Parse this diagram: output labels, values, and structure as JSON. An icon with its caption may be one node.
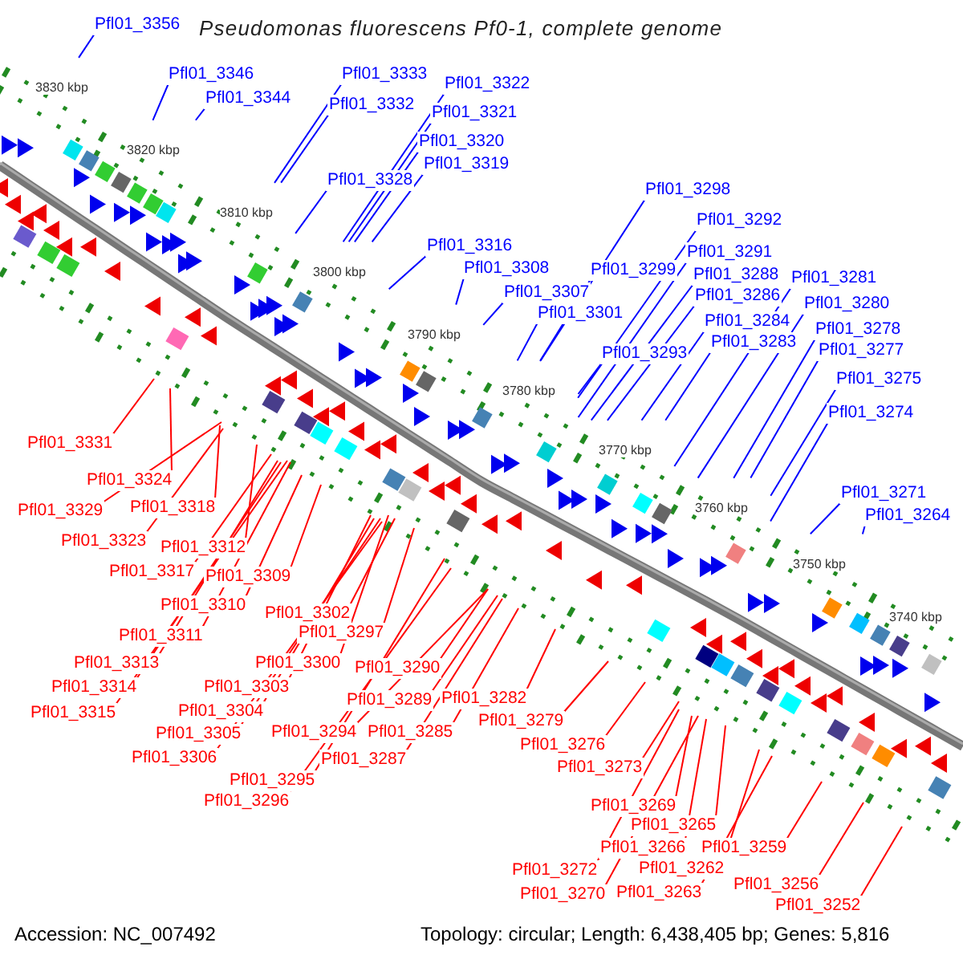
{
  "diagram": {
    "title": "Pseudomonas fluorescens Pf0-1, complete genome",
    "nodes": [
      {
        "text": [
          "Pfl01_3356"
        ]
      },
      {
        "text": [
          "Pfl01_3346"
        ]
      },
      {
        "text": [
          "Pfl01_3344"
        ]
      },
      {
        "text": [
          "Pfl01_3333"
        ]
      },
      {
        "text": [
          "Pfl01_3332"
        ]
      },
      {
        "text": [
          "Pfl01_3322"
        ]
      },
      {
        "text": [
          "Pfl01_3321"
        ]
      },
      {
        "text": [
          "Pfl01_3320"
        ]
      },
      {
        "text": [
          "Pfl01_3319"
        ]
      },
      {
        "text": [
          "Pfl01_3328"
        ]
      },
      {
        "text": [
          "Pfl01_3316"
        ]
      },
      {
        "text": [
          "Pfl01_3308"
        ]
      },
      {
        "text": [
          "Pfl01_3307"
        ]
      },
      {
        "text": [
          "Pfl01_3301"
        ]
      },
      {
        "text": [
          "Pfl01_3298"
        ]
      },
      {
        "text": [
          "Pfl01_3299"
        ]
      },
      {
        "text": [
          "Pfl01_3292"
        ]
      },
      {
        "text": [
          "Pfl01_3291"
        ]
      },
      {
        "text": [
          "Pfl01_3288"
        ]
      },
      {
        "text": [
          "Pfl01_3286"
        ]
      },
      {
        "text": [
          "Pfl01_3293"
        ]
      },
      {
        "text": [
          "Pfl01_3284"
        ]
      },
      {
        "text": [
          "Pfl01_3283"
        ]
      },
      {
        "text": [
          "Pfl01_3281"
        ]
      },
      {
        "text": [
          "Pfl01_3280"
        ]
      },
      {
        "text": [
          "Pfl01_3278"
        ]
      },
      {
        "text": [
          "Pfl01_3277"
        ]
      },
      {
        "text": [
          "Pfl01_3275"
        ]
      },
      {
        "text": [
          "Pfl01_3274"
        ]
      },
      {
        "text": [
          "Pfl01_3271"
        ]
      },
      {
        "text": [
          "Pfl01_3264"
        ]
      },
      {
        "text": [
          "Pfl01_3331"
        ]
      },
      {
        "text": [
          "Pfl01_3324"
        ]
      },
      {
        "text": [
          "Pfl01_3329"
        ]
      },
      {
        "text": [
          "Pfl01_3318"
        ]
      },
      {
        "text": [
          "Pfl01_3323"
        ]
      },
      {
        "text": [
          "Pfl01_3312"
        ]
      },
      {
        "text": [
          "Pfl01_3317"
        ]
      },
      {
        "text": [
          "Pfl01_3309"
        ]
      },
      {
        "text": [
          "Pfl01_3310"
        ]
      },
      {
        "text": [
          "Pfl01_3311"
        ]
      },
      {
        "text": [
          "Pfl01_3302"
        ]
      },
      {
        "text": [
          "Pfl01_3297"
        ]
      },
      {
        "text": [
          "Pfl01_3313"
        ]
      },
      {
        "text": [
          "Pfl01_3300"
        ]
      },
      {
        "text": [
          "Pfl01_3290"
        ]
      },
      {
        "text": [
          "Pfl01_3314"
        ]
      },
      {
        "text": [
          "Pfl01_3303"
        ]
      },
      {
        "text": [
          "Pfl01_3289"
        ]
      },
      {
        "text": [
          "Pfl01_3282"
        ]
      },
      {
        "text": [
          "Pfl01_3315"
        ]
      },
      {
        "text": [
          "Pfl01_3304"
        ]
      },
      {
        "text": [
          "Pfl01_3279"
        ]
      },
      {
        "text": [
          "Pfl01_3305"
        ]
      },
      {
        "text": [
          "Pfl01_3294"
        ]
      },
      {
        "text": [
          "Pfl01_3285"
        ]
      },
      {
        "text": [
          "Pfl01_3276"
        ]
      },
      {
        "text": [
          "Pfl01_3306"
        ]
      },
      {
        "text": [
          "Pfl01_3287"
        ]
      },
      {
        "text": [
          "Pfl01_3273"
        ]
      },
      {
        "text": [
          "Pfl01_3295"
        ]
      },
      {
        "text": [
          "Pfl01_3296"
        ]
      },
      {
        "text": [
          "Pfl01_3269"
        ]
      },
      {
        "text": [
          "Pfl01_3265"
        ]
      },
      {
        "text": [
          "Pfl01_3266"
        ]
      },
      {
        "text": [
          "Pfl01_3259"
        ]
      },
      {
        "text": [
          "Pfl01_3262"
        ]
      },
      {
        "text": [
          "Pfl01_3272"
        ]
      },
      {
        "text": [
          "Pfl01_3256"
        ]
      },
      {
        "text": [
          "Pfl01_3270"
        ]
      },
      {
        "text": [
          "Pfl01_3263"
        ]
      },
      {
        "text": [
          "Pfl01_3252"
        ]
      }
    ],
    "edges": [
      {
        "from": 0,
        "to": null,
        "arrow": "none",
        "color": "#0000ff"
      },
      {
        "from": 1,
        "to": null,
        "arrow": "none",
        "color": "#0000ff"
      },
      {
        "from": 2,
        "to": null,
        "arrow": "none",
        "color": "#0000ff"
      },
      {
        "from": 3,
        "to": null,
        "arrow": "none",
        "color": "#0000ff"
      },
      {
        "from": 4,
        "to": null,
        "arrow": "none",
        "color": "#0000ff"
      },
      {
        "from": 5,
        "to": null,
        "arrow": "none",
        "color": "#0000ff"
      },
      {
        "from": 6,
        "to": null,
        "arrow": "none",
        "color": "#0000ff"
      },
      {
        "from": 7,
        "to": null,
        "arrow": "none",
        "color": "#0000ff"
      },
      {
        "from": 8,
        "to": null,
        "arrow": "none",
        "color": "#0000ff"
      },
      {
        "from": 9,
        "to": null,
        "arrow": "none",
        "color": "#0000ff"
      },
      {
        "from": 10,
        "to": null,
        "arrow": "none",
        "color": "#0000ff"
      },
      {
        "from": 11,
        "to": null,
        "arrow": "none",
        "color": "#0000ff"
      },
      {
        "from": 12,
        "to": null,
        "arrow": "none",
        "color": "#0000ff"
      },
      {
        "from": 13,
        "to": null,
        "arrow": "none",
        "color": "#0000ff"
      },
      {
        "from": 14,
        "to": null,
        "arrow": "none",
        "color": "#0000ff"
      },
      {
        "from": 15,
        "to": null,
        "arrow": "none",
        "color": "#0000ff"
      },
      {
        "from": 16,
        "to": null,
        "arrow": "none",
        "color": "#0000ff"
      },
      {
        "from": 17,
        "to": null,
        "arrow": "none",
        "color": "#0000ff"
      },
      {
        "from": 18,
        "to": null,
        "arrow": "none",
        "color": "#0000ff"
      },
      {
        "from": 19,
        "to": null,
        "arrow": "none",
        "color": "#0000ff"
      },
      {
        "from": 20,
        "to": null,
        "arrow": "none",
        "color": "#0000ff"
      },
      {
        "from": 21,
        "to": null,
        "arrow": "none",
        "color": "#0000ff"
      },
      {
        "from": 22,
        "to": null,
        "arrow": "none",
        "color": "#0000ff"
      },
      {
        "from": 23,
        "to": null,
        "arrow": "none",
        "color": "#0000ff"
      },
      {
        "from": 24,
        "to": null,
        "arrow": "none",
        "color": "#0000ff"
      },
      {
        "from": 25,
        "to": null,
        "arrow": "none",
        "color": "#0000ff"
      },
      {
        "from": 26,
        "to": null,
        "arrow": "none",
        "color": "#0000ff"
      },
      {
        "from": 27,
        "to": null,
        "arrow": "none",
        "color": "#0000ff"
      },
      {
        "from": 28,
        "to": null,
        "arrow": "none",
        "color": "#0000ff"
      },
      {
        "from": 29,
        "to": null,
        "arrow": "none",
        "color": "#0000ff"
      },
      {
        "from": 30,
        "to": null,
        "arrow": "none",
        "color": "#0000ff"
      },
      {
        "from": 31,
        "to": null,
        "arrow": "none"
      },
      {
        "from": 32,
        "to": null,
        "arrow": "none"
      },
      {
        "from": 33,
        "to": null,
        "arrow": "none"
      },
      {
        "from": 34,
        "to": null,
        "arrow": "none"
      },
      {
        "from": 35,
        "to": null,
        "arrow": "none"
      },
      {
        "from": 36,
        "to": null,
        "arrow": "none"
      },
      {
        "from": 37,
        "to": null,
        "arrow": "none"
      },
      {
        "from": 38,
        "to": null,
        "arrow": "none"
      },
      {
        "from": 39,
        "to": null,
        "arrow": "none"
      },
      {
        "from": 40,
        "to": null,
        "arrow": "none"
      },
      {
        "from": 41,
        "to": null,
        "arrow": "none"
      },
      {
        "from": 42,
        "to": null,
        "arrow": "none"
      },
      {
        "from": 43,
        "to": null,
        "arrow": "none"
      },
      {
        "from": 44,
        "to": null,
        "arrow": "none"
      },
      {
        "from": 45,
        "to": null,
        "arrow": "none"
      },
      {
        "from": 46,
        "to": null,
        "arrow": "none"
      },
      {
        "from": 47,
        "to": null,
        "arrow": "none"
      },
      {
        "from": 48,
        "to": null,
        "arrow": "none"
      },
      {
        "from": 49,
        "to": null,
        "arrow": "none"
      },
      {
        "from": 50,
        "to": null,
        "arrow": "none"
      },
      {
        "from": 51,
        "to": null,
        "arrow": "none"
      },
      {
        "from": 52,
        "to": null,
        "arrow": "none"
      },
      {
        "from": 53,
        "to": null,
        "arrow": "none"
      },
      {
        "from": 54,
        "to": null,
        "arrow": "none"
      },
      {
        "from": 55,
        "to": null,
        "arrow": "none"
      },
      {
        "from": 56,
        "to": null,
        "arrow": "none"
      },
      {
        "from": 57,
        "to": null,
        "arrow": "none"
      },
      {
        "from": 58,
        "to": null,
        "arrow": "none"
      },
      {
        "from": 59,
        "to": null,
        "arrow": "none"
      },
      {
        "from": 60,
        "to": null,
        "arrow": "none"
      },
      {
        "from": 61,
        "to": null,
        "arrow": "none"
      },
      {
        "from": 62,
        "to": null,
        "arrow": "none"
      },
      {
        "from": 63,
        "to": null,
        "arrow": "none"
      },
      {
        "from": 64,
        "to": null,
        "arrow": "none"
      },
      {
        "from": 65,
        "to": null,
        "arrow": "none"
      },
      {
        "from": 66,
        "to": null,
        "arrow": "none"
      },
      {
        "from": 67,
        "to": null,
        "arrow": "none"
      },
      {
        "from": 68,
        "to": null,
        "arrow": "none"
      },
      {
        "from": 69,
        "to": null,
        "arrow": "none"
      },
      {
        "from": 70,
        "to": null,
        "arrow": "none"
      },
      {
        "from": 71,
        "to": null,
        "arrow": "none"
      }
    ],
    "labels": [
      "3830 kbp",
      "3820 kbp",
      "3810 kbp",
      "3800 kbp",
      "3790 kbp",
      "3780 kbp",
      "3770 kbp",
      "3760 kbp",
      "3750 kbp",
      "3740 kbp",
      "Accession: NC_007492",
      "Topology: circular; Length: 6,438,405 bp; Genes: 5,816"
    ]
  }
}
